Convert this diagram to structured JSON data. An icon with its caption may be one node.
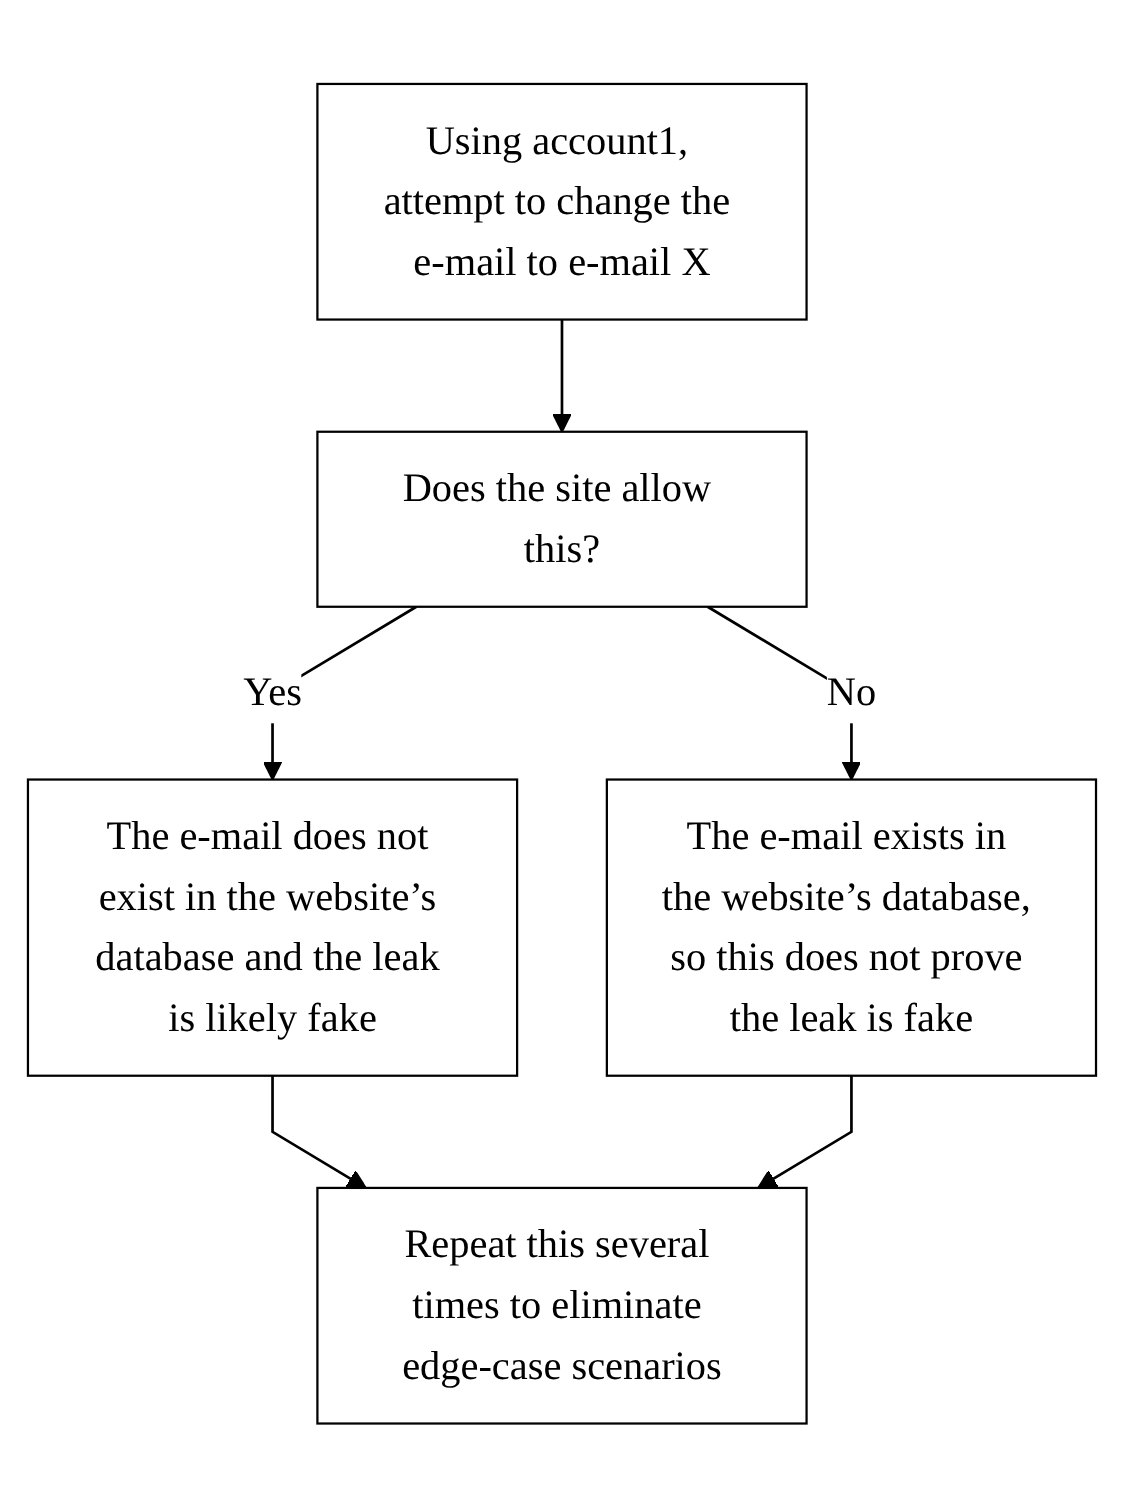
{
  "diagram": {
    "nodes": [
      {
        "text": [
          "Using account1, attempt to change the e-mail to e-mail X"
        ]
      },
      {
        "text": [
          "Does the site allow this?"
        ]
      },
      {
        "text": [
          "The e-mail does not exist in the website’s database and the leak is likely fake"
        ]
      },
      {
        "text": [
          "The e-mail exists in the website’s database, so this does not prove the leak is fake"
        ]
      },
      {
        "text": [
          "Repeat this several times to eliminate edge-case scenarios"
        ]
      }
    ],
    "edges": [
      {
        "from": 0,
        "to": 1,
        "arrow": "to"
      },
      {
        "from": 1,
        "to": 2,
        "arrow": "to",
        "label": "Yes"
      },
      {
        "from": 1,
        "to": 3,
        "arrow": "to",
        "label": "No"
      },
      {
        "from": 2,
        "to": 4,
        "arrow": "to"
      },
      {
        "from": 3,
        "to": 4,
        "arrow": "to"
      }
    ]
  }
}
